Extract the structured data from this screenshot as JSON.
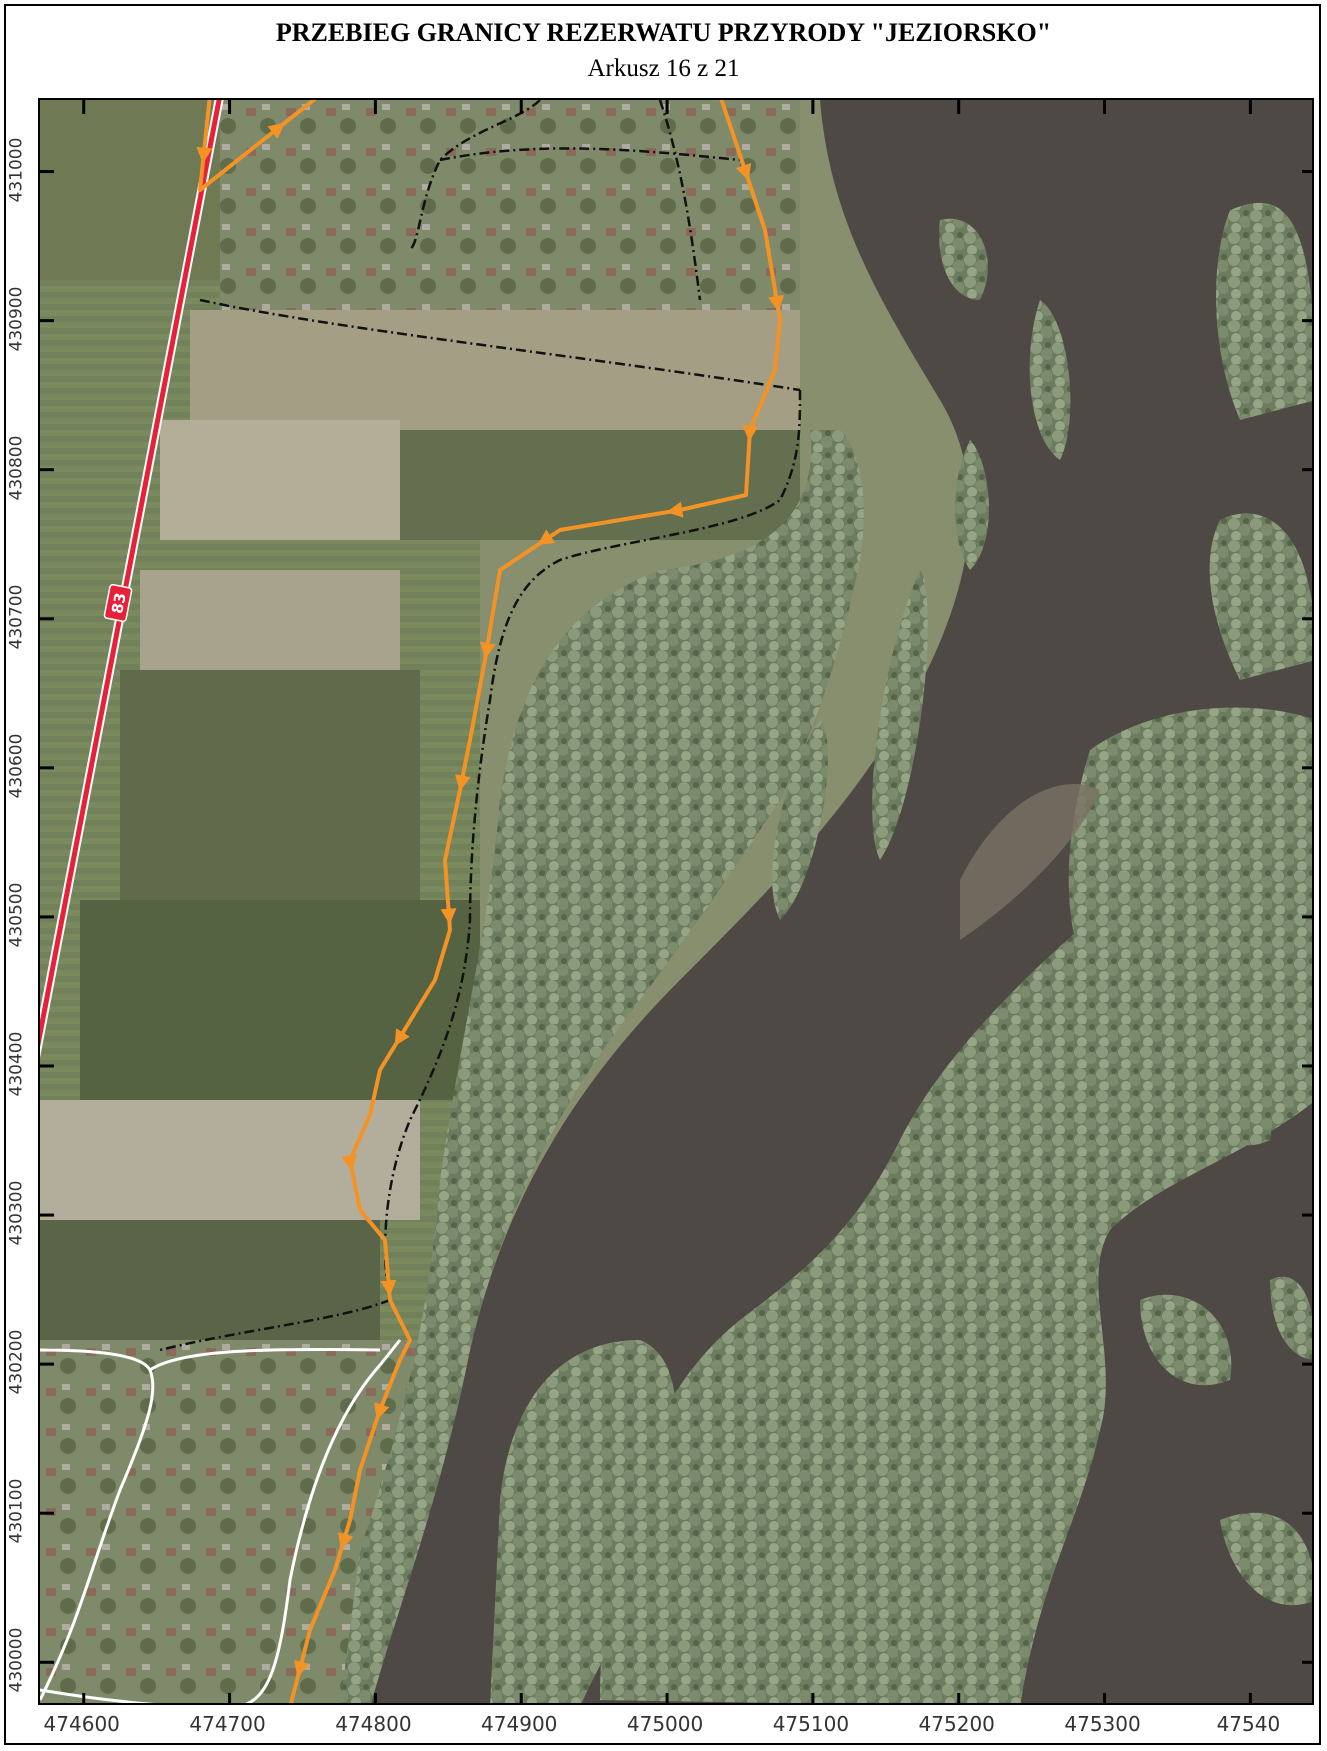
{
  "header": {
    "title": "PRZEBIEG GRANICY REZERWATU PRZYRODY \"JEZIORSKO\"",
    "sheet": "Arkusz 16 z 21"
  },
  "map": {
    "road_label": "83",
    "colors": {
      "boundary": "#f39325",
      "parcel_line": "#111111",
      "road": "#e8213a",
      "local_road": "#ffffff",
      "water": "#4f4a45",
      "forest": "#6f7e62",
      "fields": "#8e9577"
    },
    "x_range": [
      474570,
      475445
    ],
    "y_range": [
      429970,
      431048
    ],
    "x_ticks": [
      "474600",
      "474700",
      "474800",
      "474900",
      "475000",
      "475100",
      "475200",
      "475300",
      "47540"
    ],
    "x_tick_values": [
      474600,
      474700,
      474800,
      474900,
      475000,
      475100,
      475200,
      475300,
      475400
    ],
    "y_ticks": [
      "431000",
      "430900",
      "430800",
      "430700",
      "430600",
      "430500",
      "430400",
      "430300",
      "430200",
      "430100",
      "430000"
    ],
    "y_tick_values": [
      431000,
      430900,
      430800,
      430700,
      430600,
      430500,
      430400,
      430300,
      430200,
      430100,
      430000
    ]
  }
}
